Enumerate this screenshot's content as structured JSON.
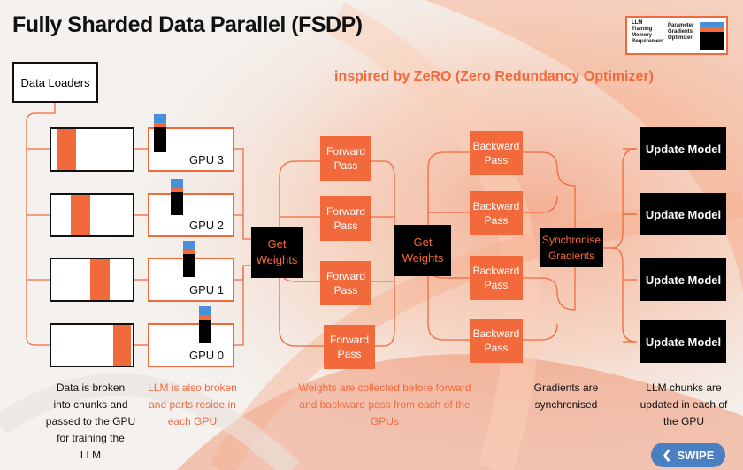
{
  "title": "Fully Sharded Data Parallel (FSDP)",
  "subtitle": "inspired by ZeRO (Zero Redundancy Optimizer)",
  "legend": {
    "left_label": "LLM\nTraining\nMemory\nRequirement",
    "right_label": "Parameter\nGradients\nOptimizer",
    "colors": {
      "parameter": "#4a90d9",
      "gradients": "#f26a3c",
      "optimizer": "#000000"
    }
  },
  "data_loaders": "Data Loaders",
  "gpus": [
    {
      "label": "GPU 3"
    },
    {
      "label": "GPU 2"
    },
    {
      "label": "GPU 1"
    },
    {
      "label": "GPU 0"
    }
  ],
  "get_weights_1": "Get\nWeights",
  "forward_pass": [
    "Forward\nPass",
    "Forward\nPass",
    "Forward\nPass",
    "Forward\nPass"
  ],
  "get_weights_2": "Get\nWeights",
  "backward_pass": [
    "Backward\nPass",
    "Backward\nPass",
    "Backward\nPass",
    "Backward\nPass"
  ],
  "synchronise": "Synchronise\nGradients",
  "update_model": [
    "Update Model",
    "Update Model",
    "Update Model",
    "Update Model"
  ],
  "captions": {
    "data": "Data is broken\ninto chunks and\npassed to the GPU\nfor training the\nLLM",
    "llm": "LLM is also broken\nand parts reside in\neach GPU",
    "weights": "Weights are collected before forward\nand backward pass from each of the\nGPUs",
    "gradients": "Gradients are\nsynchronised",
    "chunks": "LLM chunks are\nupdated in each of\nthe GPU"
  },
  "swipe": "SWIPE",
  "colors": {
    "accent": "#f26a3c",
    "dark": "#000000",
    "blue": "#4a90d9"
  }
}
